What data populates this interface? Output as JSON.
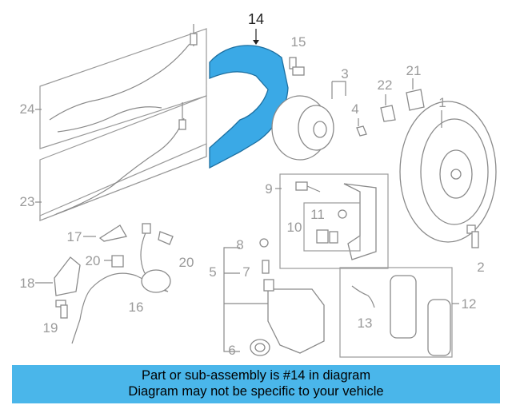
{
  "diagram": {
    "callouts": [
      "1",
      "2",
      "3",
      "4",
      "5",
      "6",
      "7",
      "8",
      "9",
      "10",
      "11",
      "12",
      "13",
      "14",
      "15",
      "16",
      "17",
      "18",
      "19",
      "20",
      "20",
      "21",
      "22",
      "23",
      "24"
    ],
    "highlighted_part": "14",
    "highlight_color": "#3aa9e6"
  },
  "banner": {
    "line1": "Part or sub-assembly is #14 in diagram",
    "line2": "Diagram may not be specific to your vehicle",
    "background": "#4ab6ea"
  }
}
